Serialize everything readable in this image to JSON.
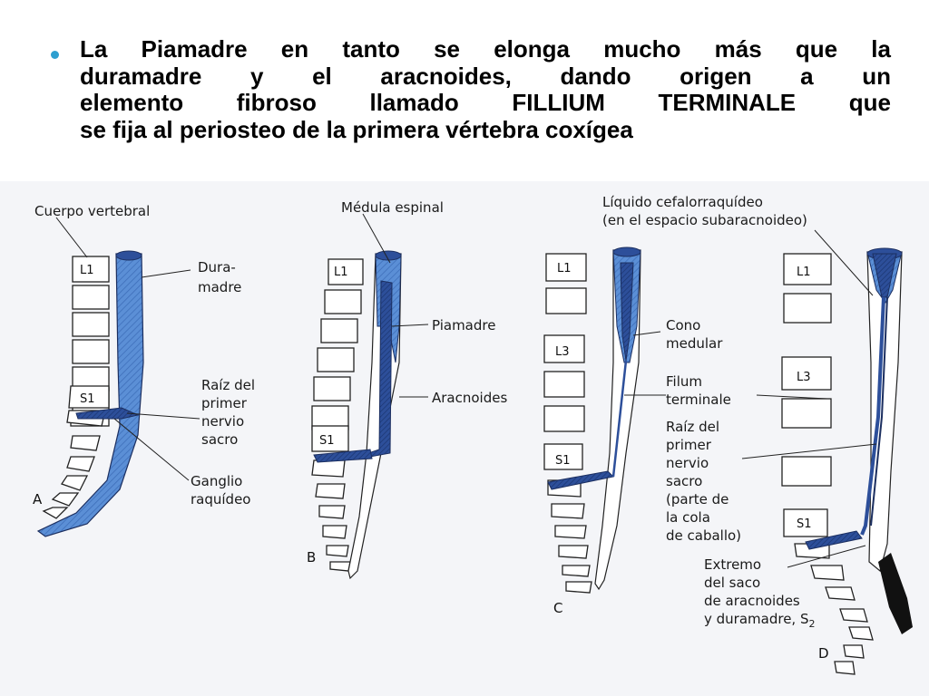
{
  "bullet": {
    "lines": [
      "La Piamadre en tanto se elonga mucho más que la",
      "duramadre y el aracnoides, dando origen a un",
      "elemento fibroso llamado FILLIUM TERMINALE que",
      "se fija  al periosteo de la primera vértebra coxígea"
    ]
  },
  "colors": {
    "bullet": "#2e9fd0",
    "meninges_blue": "#5b8fd6",
    "dark_blue": "#2d4f9a",
    "page_bg": "#ffffff",
    "figure_bg": "#f4f5f8"
  },
  "figure": {
    "panels": {
      "a": {
        "letter": "A",
        "vertebra_top": "L1",
        "vertebra_sacral": "S1"
      },
      "b": {
        "letter": "B",
        "vertebra_top": "L1",
        "vertebra_sacral": "S1"
      },
      "c": {
        "letter": "C",
        "vertebra_top": "L1",
        "vertebra_mid": "L3",
        "vertebra_sacral": "S1"
      },
      "d": {
        "letter": "D",
        "vertebra_top": "L1",
        "vertebra_mid": "L3",
        "vertebra_sacral": "S1"
      }
    },
    "labels": {
      "cuerpo_vertebral": "Cuerpo vertebral",
      "duramadre_1": "Dura-",
      "duramadre_2": "madre",
      "raiz_a_1": "Raíz del",
      "raiz_a_2": "primer",
      "raiz_a_3": "nervio",
      "raiz_a_4": "sacro",
      "ganglio_1": "Ganglio",
      "ganglio_2": "raquídeo",
      "medula": "Médula espinal",
      "piamadre": "Piamadre",
      "aracnoides": "Aracnoides",
      "liquido_1": "Líquido cefalorraquídeo",
      "liquido_2": "(en el espacio subaracnoideo)",
      "cono_1": "Cono",
      "cono_2": "medular",
      "filum_1": "Filum",
      "filum_2": "terminale",
      "raiz_d_1": "Raíz del",
      "raiz_d_2": "primer",
      "raiz_d_3": "nervio",
      "raiz_d_4": "sacro",
      "raiz_d_5": "(parte de",
      "raiz_d_6": "la cola",
      "raiz_d_7": "de caballo)",
      "extremo_1": "Extremo",
      "extremo_2": "del saco",
      "extremo_3": "de aracnoides",
      "extremo_4": "y duramadre, S",
      "extremo_sub": "2"
    }
  }
}
